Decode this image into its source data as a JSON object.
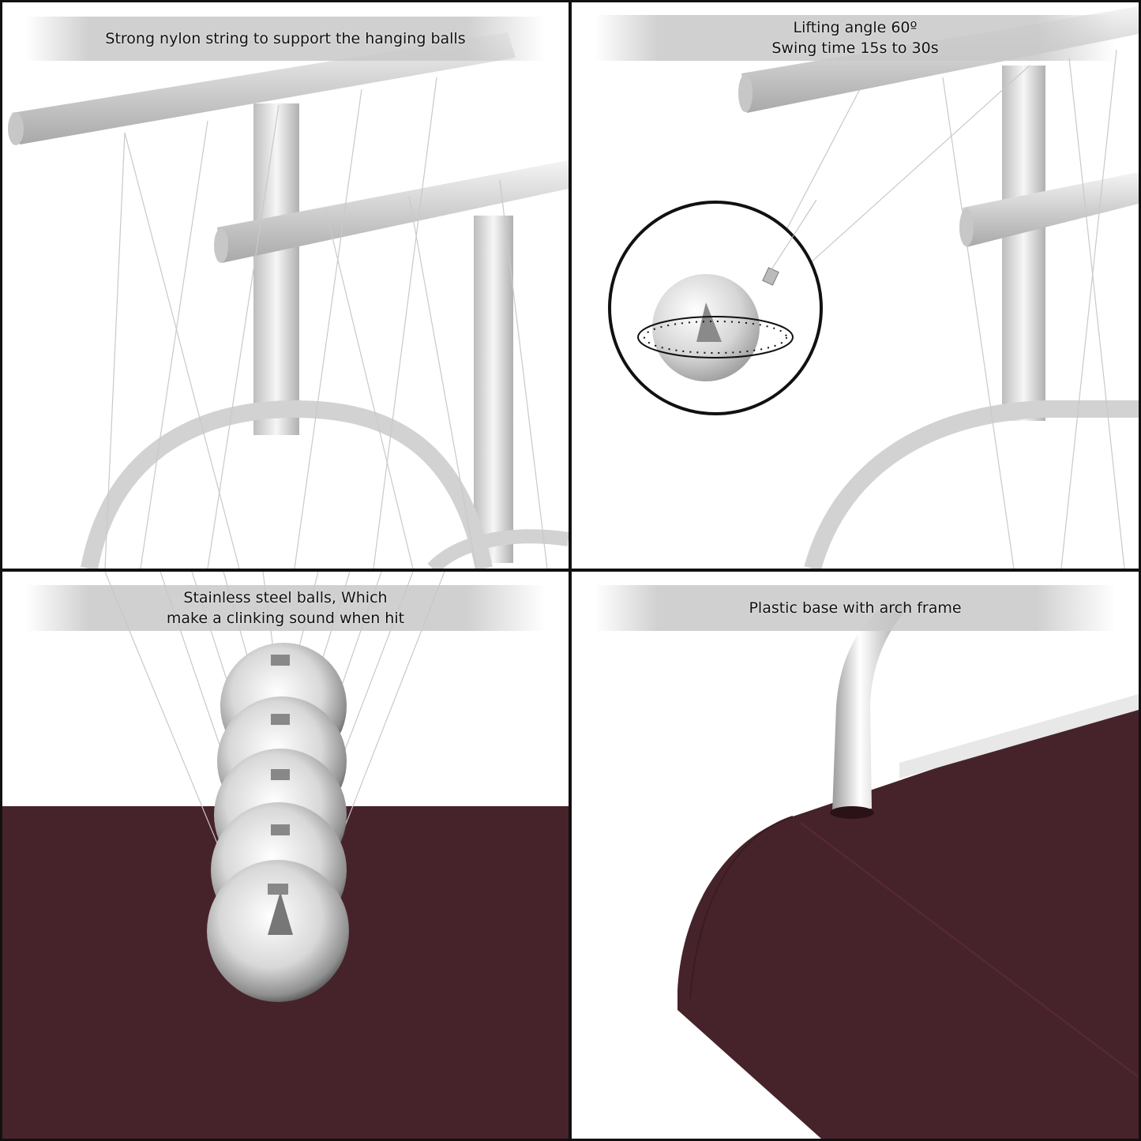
{
  "panels": [
    {
      "id": "nylon-string",
      "caption_lines": [
        "Strong nylon string to support the hanging balls"
      ],
      "subject": "chrome T-bar frame with nylon strings"
    },
    {
      "id": "lifting-angle",
      "caption_lines": [
        "Lifting angle 60º",
        "Swing time 15s to 30s"
      ],
      "subject": "circular close-up of steel ball with angle dial"
    },
    {
      "id": "steel-balls",
      "caption_lines": [
        "Stainless steel balls, Which",
        "make a clinking sound when hit"
      ],
      "subject": "row of five hanging chrome balls over base"
    },
    {
      "id": "plastic-base",
      "caption_lines": [
        "Plastic base with arch frame"
      ],
      "subject": "mahogany plastic base with chrome arch"
    }
  ],
  "colors": {
    "border": "#111111",
    "caption_band": "#c8c8c8",
    "base_brown": "#46232a",
    "chrome": "#d9d9d9"
  }
}
